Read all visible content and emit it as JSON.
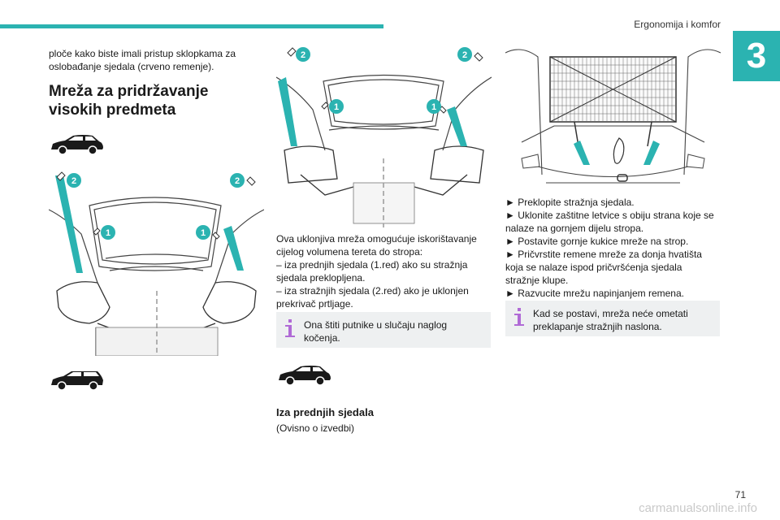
{
  "header": {
    "chapter_title": "Ergonomija i komfor",
    "chapter_number": "3"
  },
  "footer": {
    "page_number": "71",
    "watermark": "carmanualsonline.info"
  },
  "col1": {
    "intro_text": "ploče kako biste imali pristup sklopkama za oslobađanje sjedala (crveno remenje).",
    "section_title": "Mreža za pridržavanje visokih predmeta",
    "callouts": [
      "1",
      "1",
      "2",
      "2"
    ]
  },
  "col2": {
    "callouts": [
      "1",
      "1",
      "2",
      "2"
    ],
    "description": "Ova uklonjiva mreža omogućuje iskorištavanje cijelog volumena tereta do stropa:",
    "options": [
      "– iza prednjih sjedala (1.red) ako su stražnja sjedala preklopljena.",
      "– iza stražnjih sjedala (2.red) ako je uklonjen prekrivač prtljage."
    ],
    "note": "Ona štiti putnike u slučaju naglog kočenja.",
    "subsection_title": "Iza prednjih sjedala",
    "subsection_note": "(Ovisno o izvedbi)"
  },
  "col3": {
    "steps": [
      "► Preklopite stražnja sjedala.",
      "► Uklonite zaštitne letvice s obiju strana koje se nalaze na gornjem dijelu stropa.",
      "► Postavite gornje kukice mreže na strop.",
      "► Pričvrstite remene mreže za donja hvatišta koja se nalaze ispod pričvršćenja sjedala stražnje klupe.",
      "► Razvucite mrežu napinjanjem remena."
    ],
    "note": "Kad se postavi, mreža neće ometati preklapanje stražnjih naslona."
  },
  "colors": {
    "accent": "#2bb3b1",
    "note_bg": "#eef0f1",
    "info_icon": "#b06ad6"
  }
}
